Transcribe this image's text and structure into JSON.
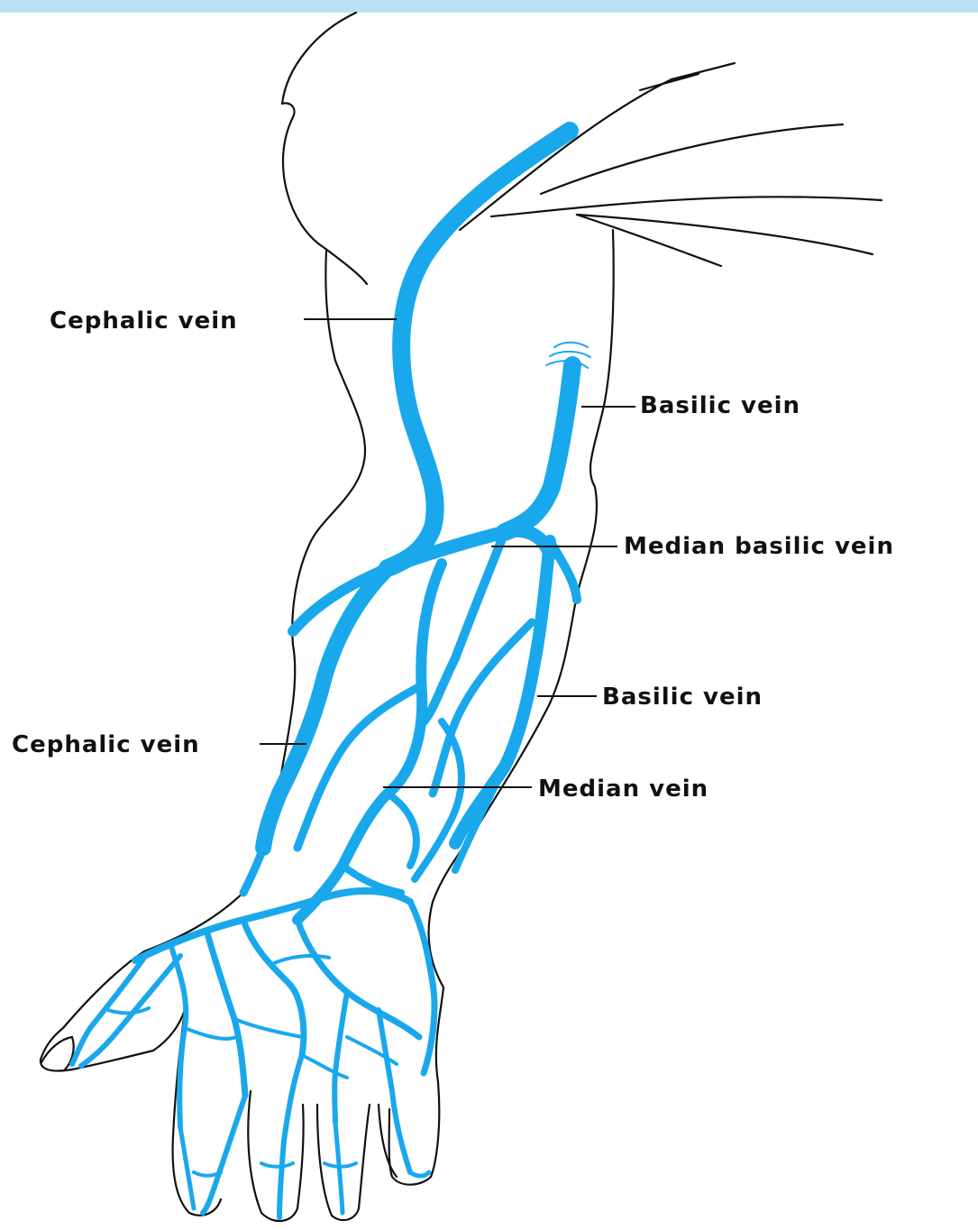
{
  "colors": {
    "vein": "#1aa8ec",
    "outline": "#111111",
    "top_band": "#b9e3f2",
    "background": "#ffffff"
  },
  "labels": {
    "cephalic_upper": "Cephalic vein",
    "basilic_upper": "Basilic vein",
    "median_basilic": "Median basilic vein",
    "basilic_lower": "Basilic vein",
    "cephalic_lower": "Cephalic vein",
    "median": "Median vein"
  }
}
